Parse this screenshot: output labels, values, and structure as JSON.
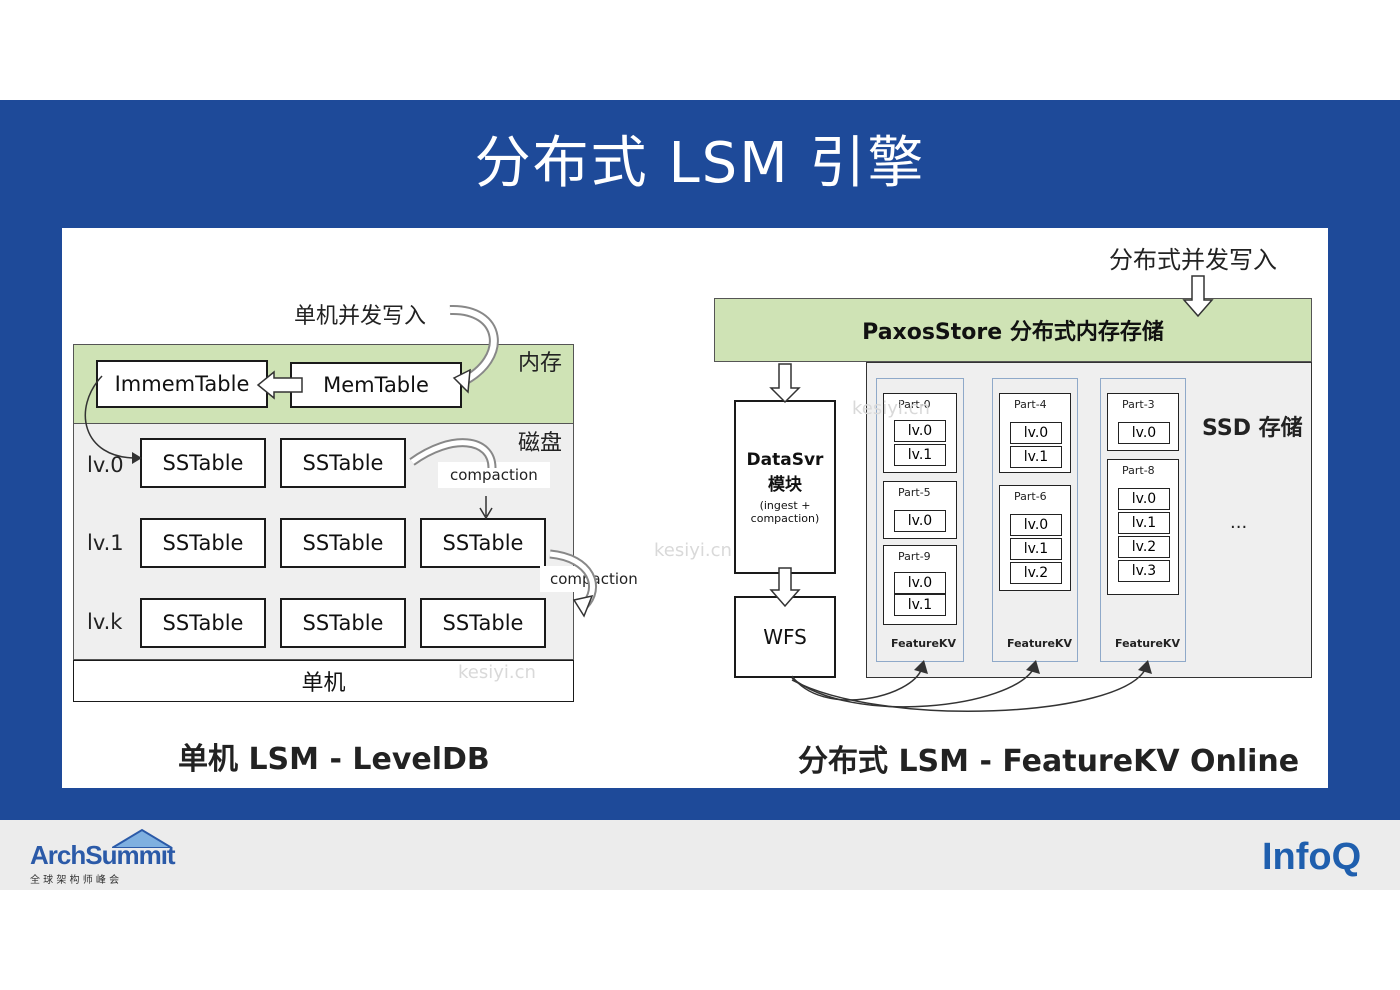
{
  "title": "分布式 LSM 引擎",
  "left": {
    "write_label": "单机并发写入",
    "memory_label": "内存",
    "disk_label": "磁盘",
    "immemtable": "ImmemTable",
    "memtable": "MemTable",
    "levels": [
      "lv.0",
      "lv.1",
      "lv.k"
    ],
    "sstable": "SSTable",
    "compaction1": "compaction",
    "compaction2": "compaction",
    "machine_label": "单机",
    "caption": "单机 LSM  - LevelDB"
  },
  "right": {
    "write_label": "分布式并发写入",
    "paxosstore": "PaxosStore 分布式内存存储",
    "datasvr_title": "DataSvr",
    "datasvr_sub": "模块",
    "datasvr_note1": "(ingest +",
    "datasvr_note2": "compaction)",
    "wfs": "WFS",
    "ssd_label": "SSD 存储",
    "ellipsis": "...",
    "featurekv": "FeatureKV",
    "columns": [
      {
        "parts": [
          {
            "name": "Part-0",
            "levels": [
              "lv.0",
              "lv.1"
            ]
          },
          {
            "name": "Part-5",
            "levels": [
              "lv.0"
            ]
          },
          {
            "name": "Part-9",
            "levels": [
              "lv.0",
              "lv.1"
            ]
          }
        ]
      },
      {
        "parts": [
          {
            "name": "Part-4",
            "levels": [
              "lv.0",
              "lv.1"
            ]
          },
          {
            "name": "Part-6",
            "levels": [
              "lv.0",
              "lv.1",
              "lv.2"
            ]
          }
        ]
      },
      {
        "parts": [
          {
            "name": "Part-3",
            "levels": [
              "lv.0"
            ]
          },
          {
            "name": "Part-8",
            "levels": [
              "lv.0",
              "lv.1",
              "lv.2",
              "lv.3"
            ]
          }
        ]
      }
    ],
    "caption": "分布式 LSM  - FeatureKV Online"
  },
  "watermark": "kesiyi.cn",
  "footer": {
    "archsummit_logo": "ArchSummit",
    "archsummit_sub": "全 球 架 构 师 峰 会",
    "infoq_logo": "InfoQ"
  },
  "colors": {
    "band": "#1e4a99",
    "memory_green": "#cfe3b5",
    "disk_gray": "#efefef",
    "infoq_blue": "#1f5fae",
    "arch_blue": "#2b5aa8"
  }
}
